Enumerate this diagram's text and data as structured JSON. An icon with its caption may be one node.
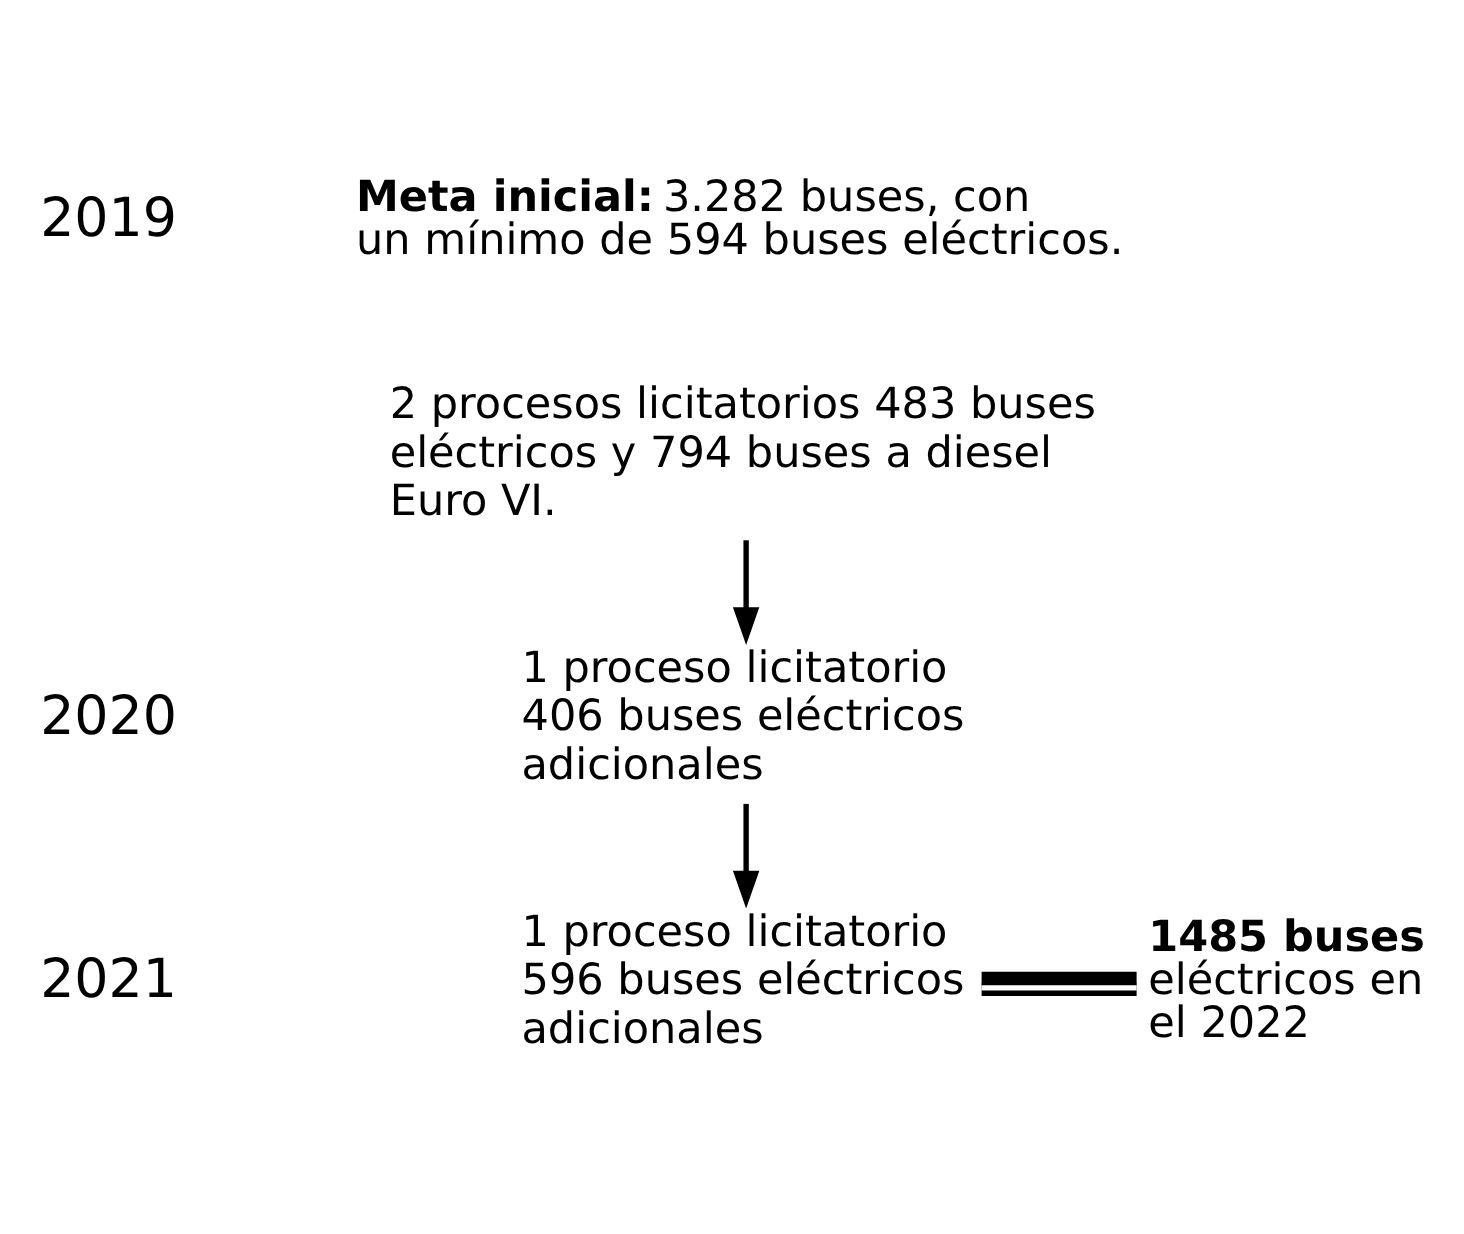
{
  "diagram": {
    "nodes": [
      {
        "text": [
          "**Meta inicial:** 3.282 buses, con un mínimo de 594 buses eléctricos."
        ]
      },
      {
        "text": [
          "2 procesos licitatorios 483 buses eléctricos y 794 buses a diesel Euro VI."
        ]
      },
      {
        "text": [
          "1 proceso licitatorio 406 buses eléctricos adicionales"
        ]
      },
      {
        "text": [
          "1 proceso licitatorio 596 buses eléctricos adicionales"
        ]
      },
      {
        "text": [
          "**1485 buses** eléctricos en el 2022"
        ]
      }
    ],
    "edges": [
      {
        "from": 1,
        "to": 2,
        "arrow": "to"
      },
      {
        "from": 2,
        "to": 3,
        "arrow": "to"
      },
      {
        "from": 3,
        "to": 4,
        "arrow": "none",
        "style": "thick"
      }
    ],
    "labels": [
      "2019",
      "2020",
      "2021"
    ]
  }
}
